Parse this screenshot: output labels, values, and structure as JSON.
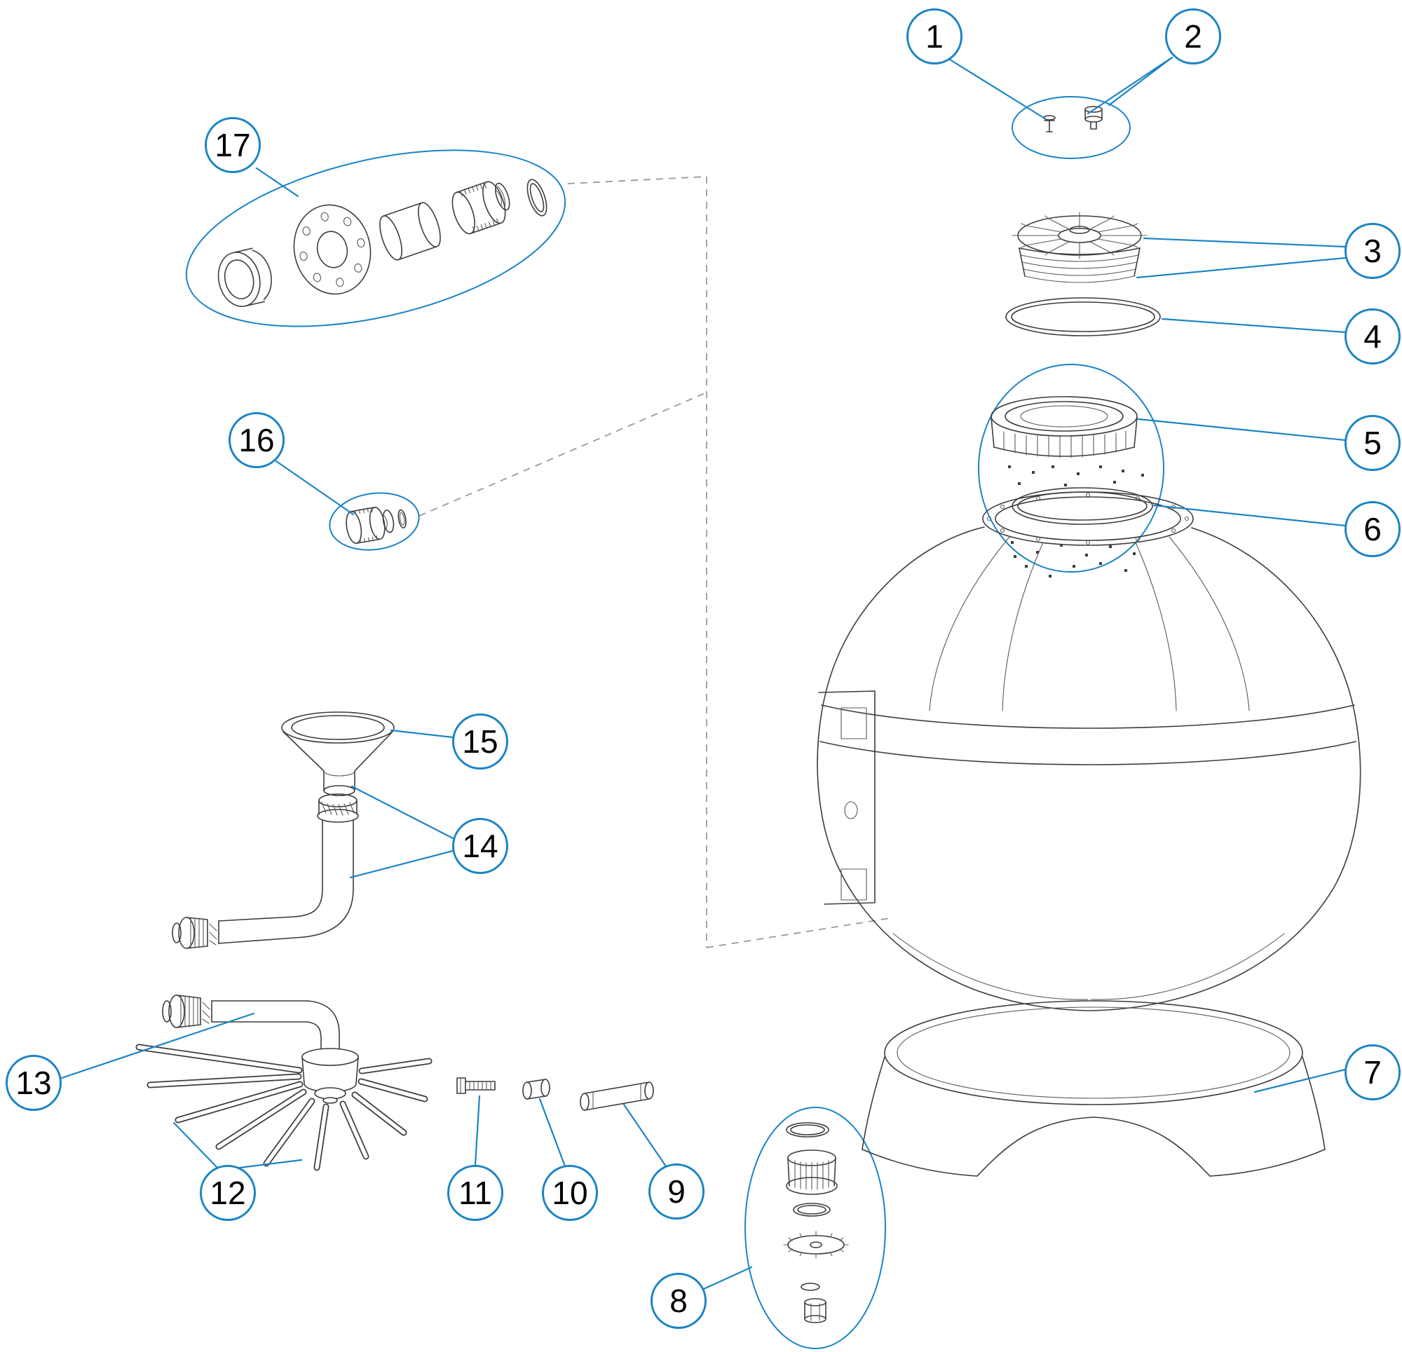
{
  "figure": {
    "kind": "exploded-parts-diagram",
    "callout_labels": [
      "1",
      "2",
      "3",
      "4",
      "5",
      "6",
      "7",
      "8",
      "9",
      "10",
      "11",
      "12",
      "13",
      "14",
      "15",
      "16",
      "17"
    ],
    "colors": {
      "accent": "#1b84c5",
      "line": "#3d3d3d",
      "dashed": "#9a9a9a",
      "background": "#ffffff",
      "number_text": "#000000"
    }
  }
}
